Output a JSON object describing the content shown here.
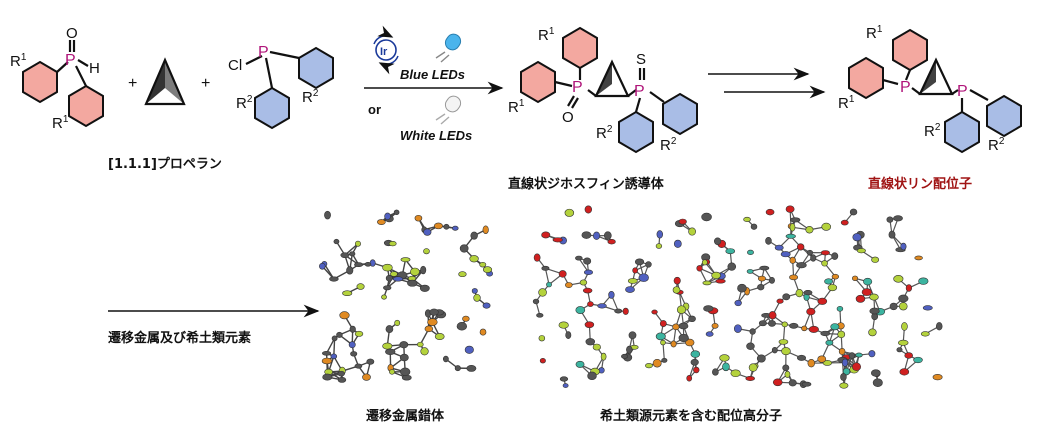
{
  "labels": {
    "r1": "R",
    "r1_sup": "1",
    "r2": "R",
    "r2_sup": "2",
    "p": "P",
    "o": "O",
    "h": "H",
    "s": "S",
    "cl": "Cl",
    "plus": "+",
    "ir": "Ir",
    "blue_leds": "Blue LEDs",
    "or": "or",
    "white_leds": "White LEDs",
    "propellane": "[1.1.1]プロペラン"
  },
  "captions": {
    "derivative": "直線状ジホスフィン誘導体",
    "ligand": "直線状リン配位子",
    "metal_step": "遷移金属及び希土類元素",
    "metal_complex": "遷移金属錯体",
    "polymer": "希土類源元素を含む配位高分子"
  },
  "colors": {
    "ring_red": "#f3a8a0",
    "ring_blue": "#a9bde6",
    "phosphorus": "#b0157a",
    "caption_red": "#a01414",
    "led_blue": "#4ab4ec",
    "atom_p": "#e08a22",
    "atom_f": "#b4d23c",
    "atom_n": "#5060c0",
    "atom_o": "#d02020",
    "atom_c": "#555555",
    "atom_ln": "#3cb4a0"
  }
}
